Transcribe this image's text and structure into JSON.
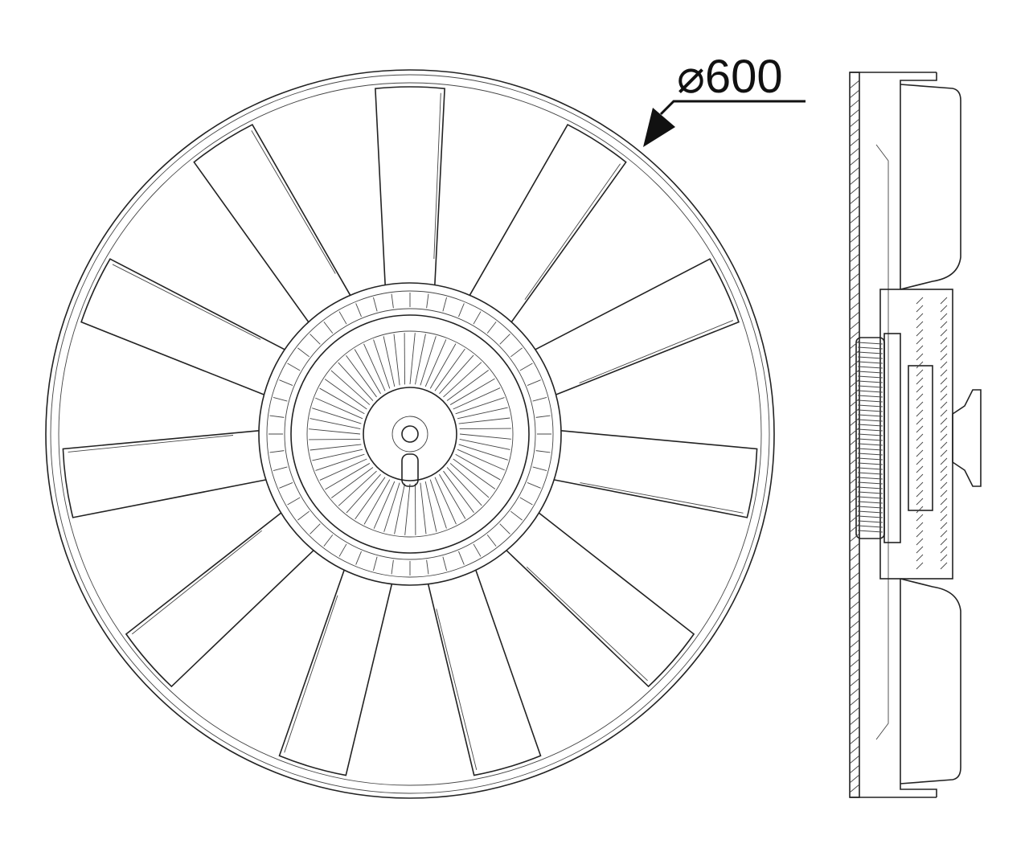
{
  "drawing": {
    "dimension_label": "⌀600",
    "views": [
      "front-view",
      "side-section-view"
    ],
    "blade_count": 11,
    "line_color": "#222222",
    "background": "#ffffff"
  }
}
